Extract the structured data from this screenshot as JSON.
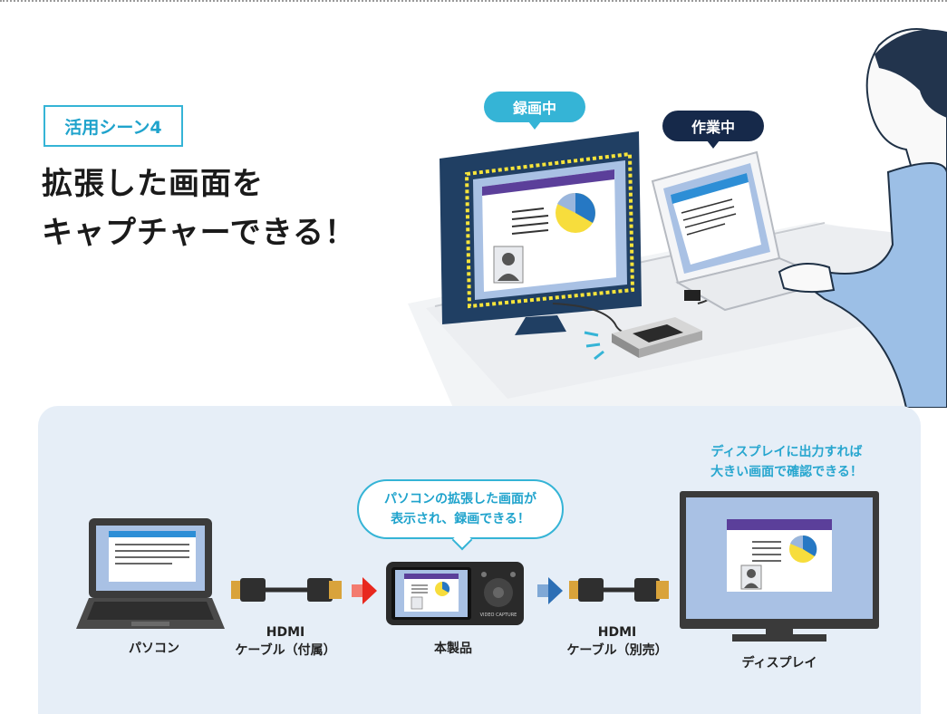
{
  "scene": {
    "tag": "活用シーン4",
    "headline_line1": "拡張した画面を",
    "headline_line2": "キャプチャーできる！",
    "bubble_recording": "録画中",
    "bubble_working": "作業中"
  },
  "diagram": {
    "display_note_line1": "ディスプレイに出力すれば",
    "display_note_line2": "大きい画面で確認できる！",
    "speech_line1": "パソコンの拡張した画面が",
    "speech_line2": "表示され、録画できる！",
    "device_text": "VIDEO CAPTURE",
    "labels": {
      "pc": "パソコン",
      "cable1_line1": "HDMI",
      "cable1_line2": "ケーブル（付属）",
      "product": "本製品",
      "cable2_line1": "HDMI",
      "cable2_line2": "ケーブル（別売）",
      "display": "ディスプレイ"
    }
  },
  "colors": {
    "accent_blue": "#35b4d6",
    "navy": "#16294a",
    "highlight_yellow": "#fff23a",
    "arrow_red": "#e8281e",
    "arrow_blue": "#2d6fb5",
    "panel_bg": "#e6eef7"
  }
}
